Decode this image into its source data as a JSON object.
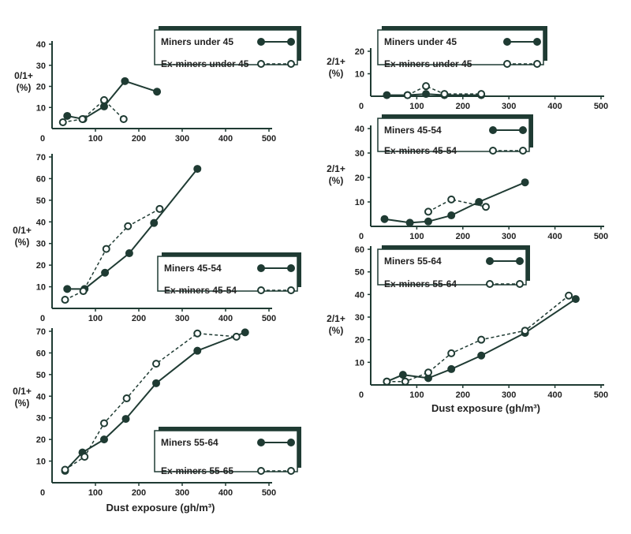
{
  "colors": {
    "line": "#1f3b33",
    "text": "#222222",
    "shadow": "#1f3b33"
  },
  "chart_data": [
    {
      "id": "left-1",
      "type": "line",
      "ylabel": "0/1+\n(%)",
      "xlabel": "",
      "xlim": [
        0,
        500
      ],
      "ylim": [
        0,
        40
      ],
      "xticks": [
        0,
        100,
        200,
        300,
        400,
        500
      ],
      "yticks": [
        10,
        20,
        30,
        40
      ],
      "legend": "top-right",
      "series": [
        {
          "name": "Miners under 45",
          "style": "solid",
          "marker": "filled",
          "x": [
            35,
            72,
            120,
            168,
            242
          ],
          "y": [
            6,
            4.5,
            10.5,
            22.5,
            17.5
          ]
        },
        {
          "name": "Ex-miners under 45",
          "style": "dashed",
          "marker": "open",
          "x": [
            25,
            70,
            120,
            165
          ],
          "y": [
            3,
            4.5,
            13.5,
            4.5
          ]
        }
      ]
    },
    {
      "id": "left-2",
      "type": "line",
      "ylabel": "0/1+\n(%)",
      "xlabel": "",
      "xlim": [
        0,
        500
      ],
      "ylim": [
        0,
        70
      ],
      "xticks": [
        0,
        100,
        200,
        300,
        400,
        500
      ],
      "yticks": [
        10,
        20,
        30,
        40,
        50,
        60,
        70
      ],
      "legend": "bottom-right",
      "series": [
        {
          "name": "Miners  45-54",
          "style": "solid",
          "marker": "filled",
          "x": [
            35,
            75,
            122,
            178,
            235,
            335
          ],
          "y": [
            9,
            9,
            16.5,
            25.5,
            39.5,
            64.5
          ]
        },
        {
          "name": "Ex-miners 45-54",
          "style": "dashed",
          "marker": "open",
          "x": [
            30,
            72,
            125,
            175,
            248
          ],
          "y": [
            4,
            8,
            27.5,
            38,
            46
          ]
        }
      ]
    },
    {
      "id": "left-3",
      "type": "line",
      "ylabel": "0/1+\n(%)",
      "xlabel": "Dust exposure (gh/m³)",
      "xlim": [
        0,
        500
      ],
      "ylim": [
        0,
        70
      ],
      "xticks": [
        0,
        100,
        200,
        300,
        400,
        500
      ],
      "yticks": [
        10,
        20,
        30,
        40,
        50,
        60,
        70
      ],
      "legend": "bottom-right",
      "series": [
        {
          "name": "Miners  55-64",
          "style": "solid",
          "marker": "filled",
          "x": [
            30,
            70,
            120,
            170,
            240,
            335,
            445
          ],
          "y": [
            5.5,
            14,
            20,
            29.5,
            46,
            61,
            69.5
          ]
        },
        {
          "name": "Ex-miners 55-65",
          "style": "dashed",
          "marker": "open",
          "x": [
            30,
            75,
            120,
            172,
            240,
            335,
            425
          ],
          "y": [
            6,
            12,
            27.5,
            39,
            55,
            69,
            67.5
          ]
        }
      ]
    },
    {
      "id": "right-1",
      "type": "line",
      "ylabel": "2/1+\n(%)",
      "xlabel": "",
      "xlim": [
        0,
        500
      ],
      "ylim": [
        0,
        20
      ],
      "xticks": [
        0,
        100,
        200,
        300,
        400,
        500
      ],
      "yticks": [
        10,
        20
      ],
      "legend": "top-left",
      "series": [
        {
          "name": "Miners under 45",
          "style": "solid",
          "marker": "filled",
          "x": [
            35,
            80,
            120,
            160,
            240
          ],
          "y": [
            0.5,
            0.5,
            1,
            0.5,
            0.5
          ]
        },
        {
          "name": "Ex-miners under 45",
          "style": "dashed",
          "marker": "open",
          "x": [
            80,
            120,
            160,
            240
          ],
          "y": [
            0.5,
            4.5,
            1,
            1
          ]
        }
      ]
    },
    {
      "id": "right-2",
      "type": "line",
      "ylabel": "2/1+\n(%)",
      "xlabel": "",
      "xlim": [
        0,
        500
      ],
      "ylim": [
        0,
        40
      ],
      "xticks": [
        0,
        100,
        200,
        300,
        400,
        500
      ],
      "yticks": [
        10,
        20,
        30,
        40
      ],
      "legend": "top-left",
      "series": [
        {
          "name": "Miners  45-54",
          "style": "solid",
          "marker": "filled",
          "x": [
            30,
            85,
            125,
            175,
            235,
            335
          ],
          "y": [
            3,
            1.5,
            2,
            4.5,
            10,
            18
          ]
        },
        {
          "name": "Ex-miners 45-54",
          "style": "dashed",
          "marker": "open",
          "x": [
            125,
            175,
            250
          ],
          "y": [
            6,
            11,
            8
          ]
        }
      ]
    },
    {
      "id": "right-3",
      "type": "line",
      "ylabel": "2/1+\n(%)",
      "xlabel": "Dust exposure (gh/m³)",
      "xlim": [
        0,
        500
      ],
      "ylim": [
        0,
        60
      ],
      "xticks": [
        0,
        100,
        200,
        300,
        400,
        500
      ],
      "yticks": [
        10,
        20,
        30,
        40,
        50,
        60
      ],
      "legend": "top-left",
      "series": [
        {
          "name": "Miners  55-64",
          "style": "solid",
          "marker": "filled",
          "x": [
            35,
            70,
            125,
            175,
            240,
            335,
            445
          ],
          "y": [
            1.5,
            4.5,
            3,
            7,
            13,
            23,
            38
          ]
        },
        {
          "name": "Ex-miners 55-64",
          "style": "dashed",
          "marker": "open",
          "x": [
            35,
            75,
            125,
            175,
            240,
            335,
            430
          ],
          "y": [
            1.5,
            1.5,
            5.5,
            14,
            20,
            24,
            39.5
          ]
        }
      ]
    }
  ]
}
